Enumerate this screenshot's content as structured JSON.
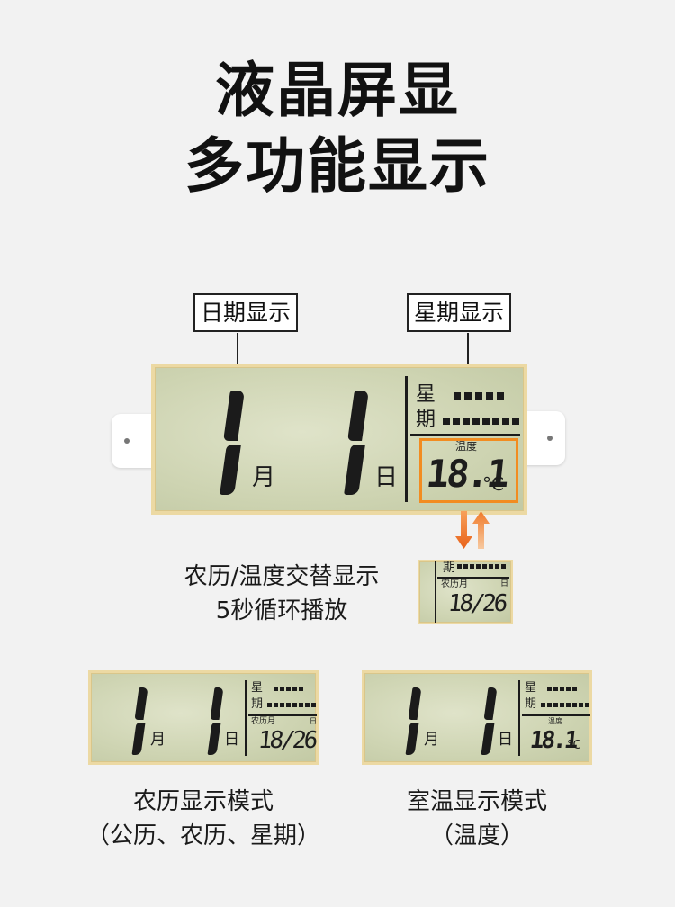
{
  "headline": {
    "line1": "液晶屏显",
    "line2": "多功能显示"
  },
  "callouts": {
    "date": "日期显示",
    "week": "星期显示"
  },
  "main_display": {
    "month_unit": "月",
    "day_unit": "日",
    "week_char_1": "星",
    "week_char_2": "期",
    "temp_label": "温度",
    "temp_value": "18.1",
    "temp_unit": "°C"
  },
  "switch": {
    "caption_line1": "农历/温度交替显示",
    "caption_line2": "5秒循环播放",
    "mini": {
      "week_char": "期",
      "lunar_label": "农历月",
      "day_char": "日",
      "lunar_value": "18/26"
    }
  },
  "mode_lunar": {
    "week_char_1": "星",
    "week_char_2": "期",
    "month_unit": "月",
    "day_unit": "日",
    "lunar_label": "农历月",
    "lunar_day_char": "日",
    "lunar_value": "18/26",
    "title": "农历显示模式",
    "subtitle": "（公历、农历、星期）"
  },
  "mode_temp": {
    "week_char_1": "星",
    "week_char_2": "期",
    "month_unit": "月",
    "day_unit": "日",
    "temp_label": "温度",
    "temp_value": "18.1",
    "temp_unit": "°C",
    "title": "室温显示模式",
    "subtitle": "（温度）"
  },
  "colors": {
    "lcd": "#ced4b2",
    "highlight": "#f28c20",
    "bezel": "#ecd9a3"
  }
}
